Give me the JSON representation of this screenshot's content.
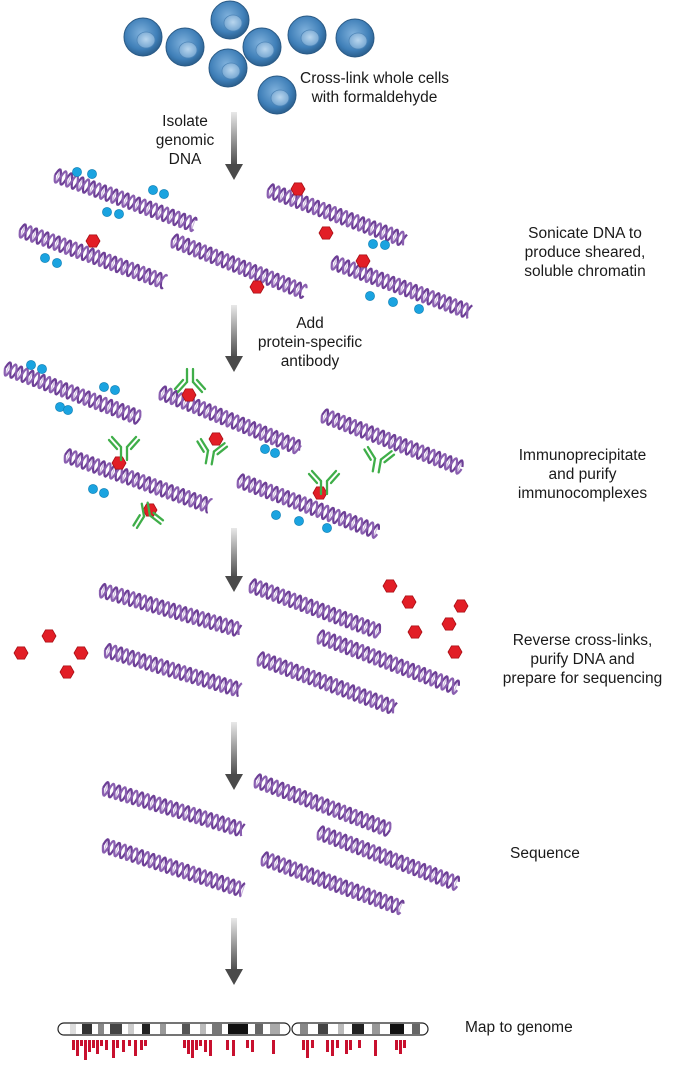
{
  "steps": {
    "crosslink": [
      "Cross-link whole cells",
      "with formaldehyde"
    ],
    "isolate": [
      "Isolate",
      "genomic",
      "DNA"
    ],
    "sonicate": [
      "Sonicate DNA to",
      "produce sheared,",
      "soluble chromatin"
    ],
    "antibody": [
      "Add",
      "protein-specific",
      "antibody"
    ],
    "immuno": [
      "Immunoprecipitate",
      "and purify",
      "immunocomplexes"
    ],
    "reverse": [
      "Reverse cross-links,",
      "purify DNA and",
      "prepare for sequencing"
    ],
    "sequence": "Sequence",
    "map": "Map to genome"
  },
  "colors": {
    "dna_purple": "#8a5fb0",
    "cell_blue": "#3d7fb8",
    "protein_red": "#e21e26",
    "small_protein_blue": "#1aa3e0",
    "antibody_green": "#3fae49",
    "peak_red": "#c8102e",
    "arrow_gray": "#555555"
  },
  "icons": [
    "cell-icon",
    "dna-helix-icon",
    "protein-hexagon-icon",
    "blue-protein-pair-icon",
    "antibody-icon",
    "down-arrow-icon",
    "chromosome-ideogram-icon"
  ]
}
